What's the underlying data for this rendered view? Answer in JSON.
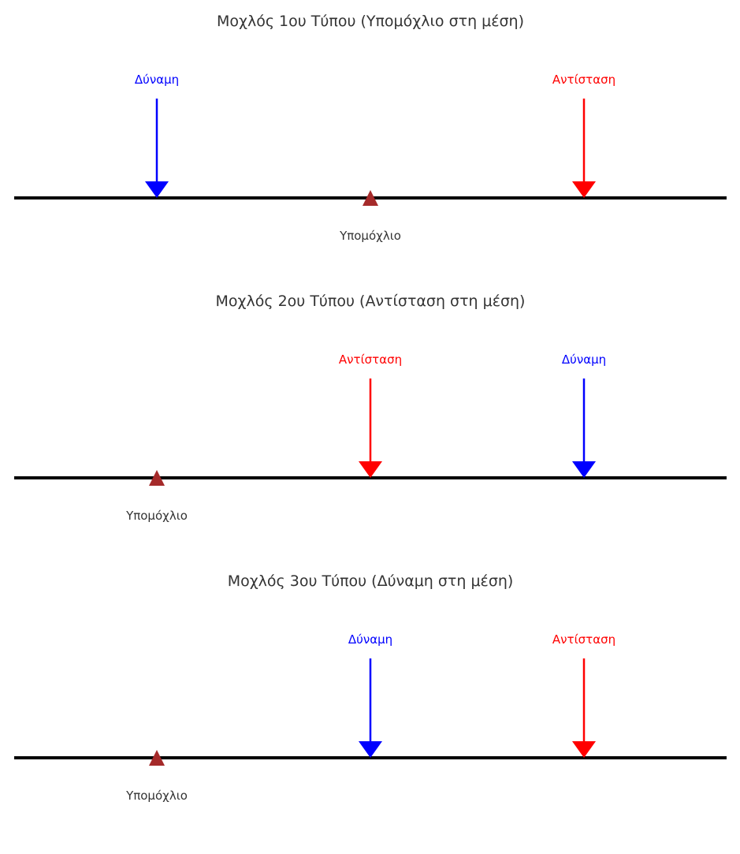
{
  "colors": {
    "effort": "#0000ff",
    "load": "#ff0000",
    "fulcrum": "#a52a2a",
    "lever": "#000000",
    "text": "#333333"
  },
  "panels": [
    {
      "title": "Μοχλός 1ου Τύπου (Υπομόχλιο στη μέση)",
      "effort": {
        "label": "Δύναμη",
        "slot": "left"
      },
      "load": {
        "label": "Αντίσταση",
        "slot": "right"
      },
      "fulcrum": {
        "label": "Υπομόχλιο",
        "slot": "middle"
      }
    },
    {
      "title": "Μοχλός 2ου Τύπου (Αντίσταση στη μέση)",
      "effort": {
        "label": "Δύναμη",
        "slot": "right"
      },
      "load": {
        "label": "Αντίσταση",
        "slot": "middle"
      },
      "fulcrum": {
        "label": "Υπομόχλιο",
        "slot": "left"
      }
    },
    {
      "title": "Μοχλός 3ου Τύπου (Δύναμη στη μέση)",
      "effort": {
        "label": "Δύναμη",
        "slot": "middle"
      },
      "load": {
        "label": "Αντίσταση",
        "slot": "right"
      },
      "fulcrum": {
        "label": "Υπομόχλιο",
        "slot": "left"
      }
    }
  ]
}
